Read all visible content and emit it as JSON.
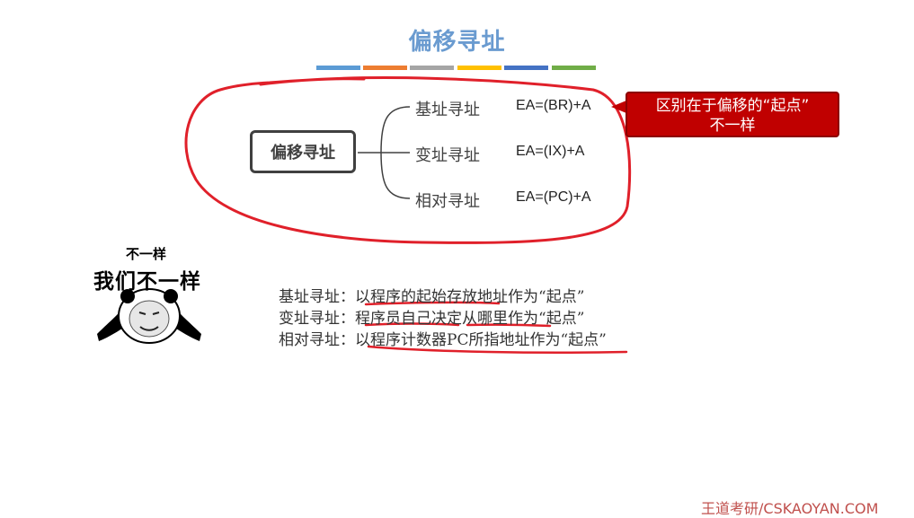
{
  "title": "偏移寻址",
  "title_bar_colors": [
    "#5b9bd5",
    "#ed7d31",
    "#a5a5a5",
    "#ffc000",
    "#4472c4",
    "#70ad47"
  ],
  "mindmap": {
    "center": "偏移寻址",
    "branches": [
      {
        "label": "基址寻址",
        "formula": "EA=(BR)+A"
      },
      {
        "label": "变址寻址",
        "formula": "EA=(IX)+A"
      },
      {
        "label": "相对寻址",
        "formula": "EA=(PC)+A"
      }
    ]
  },
  "callout": {
    "line1": "区别在于偏移的“起点”",
    "line2": "不一样"
  },
  "meme": {
    "top": "不一样",
    "main": "我们不一样"
  },
  "notes": [
    {
      "prefix": "基址寻址：",
      "text": "以程序的起始存放地址作为“起点”"
    },
    {
      "prefix": "变址寻址：",
      "text": "程序员自己决定从哪里作为“起点”"
    },
    {
      "prefix": "相对寻址：",
      "text": "以程序计数器PC所指地址作为“起点”"
    }
  ],
  "footer": "王道考研/CSKAOYAN.COM",
  "colors": {
    "title": "#6a9bd0",
    "annotation_red": "#e0202a",
    "callout_bg": "#c00000",
    "footer": "#c0504d"
  }
}
